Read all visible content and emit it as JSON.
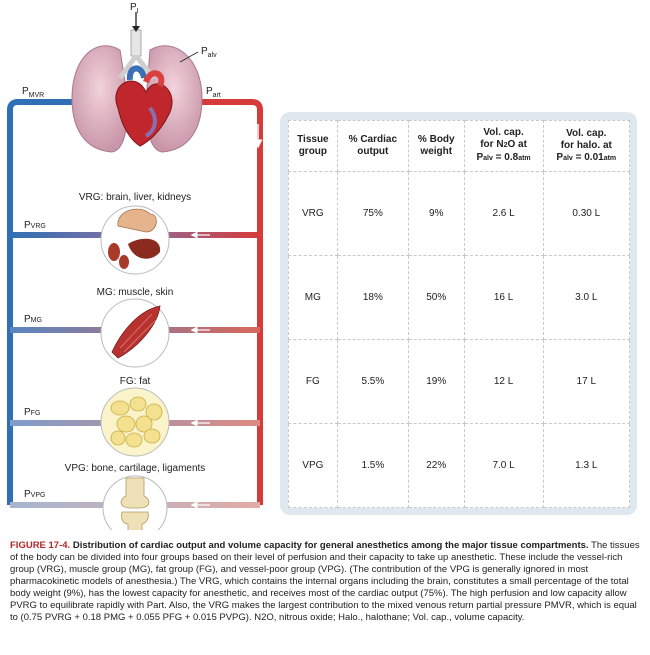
{
  "diagram": {
    "p_inspired": "P",
    "p_inspired_sub": "I",
    "p_alv": "P",
    "p_alv_sub": "alv",
    "p_mvr": "P",
    "p_mvr_sub": "MVR",
    "p_art": "P",
    "p_art_sub": "art",
    "compartments": [
      {
        "label": "VRG: brain, liver, kidneys",
        "pressure": "PVRG",
        "pressure_main": "P",
        "pressure_sub": "VRG"
      },
      {
        "label": "MG: muscle, skin",
        "pressure": "PMG",
        "pressure_main": "P",
        "pressure_sub": "MG"
      },
      {
        "label": "FG: fat",
        "pressure": "PFG",
        "pressure_main": "P",
        "pressure_sub": "FG"
      },
      {
        "label": "VPG: bone, cartilage, ligaments",
        "pressure": "PVPG",
        "pressure_main": "P",
        "pressure_sub": "VPG"
      }
    ],
    "colors": {
      "arterial": "#d63a3a",
      "venous": "#2f6fb5",
      "panel": "#dfe7ef"
    }
  },
  "table": {
    "headers": [
      {
        "line1": "Tissue",
        "line2": "group"
      },
      {
        "line1": "% Cardiac",
        "line2": "output"
      },
      {
        "line1": "% Body",
        "line2": "weight"
      },
      {
        "line1": "Vol. cap.",
        "line2": "for N",
        "sub": "2",
        "line2b": "O at",
        "line3": "P",
        "line3sub": "alv",
        "line3b": " = 0.8",
        "line3c": "atm"
      },
      {
        "line1": "Vol. cap.",
        "line2": "for halo. at",
        "line3": "P",
        "line3sub": "alv",
        "line3b": " = 0.01",
        "line3c": "atm"
      }
    ],
    "rows": [
      [
        "VRG",
        "75%",
        "9%",
        "2.6 L",
        "0.30 L"
      ],
      [
        "MG",
        "18%",
        "50%",
        "16 L",
        "3.0 L"
      ],
      [
        "FG",
        "5.5%",
        "19%",
        "12 L",
        "17 L"
      ],
      [
        "VPG",
        "1.5%",
        "22%",
        "7.0 L",
        "1.3 L"
      ]
    ]
  },
  "caption": {
    "figure_label": "FIGURE 17-4.",
    "title": "Distribution of cardiac output and volume capacity for general anesthetics among the major tissue compartments.",
    "body": "The tissues of the body can be divided into four groups based on their level of perfusion and their capacity to take up anesthetic. These include the vessel-rich group (VRG), muscle group (MG), fat group (FG), and vessel-poor group (VPG). (The contribution of the VPG is generally ignored in most pharmacokinetic models of anesthesia.) The VRG, which contains the internal organs including the brain, constitutes a small percentage of the total body weight (9%), has the lowest capacity for anesthetic, and receives most of the cardiac output (75%). The high perfusion and low capacity allow PVRG to equilibrate rapidly with Part. Also, the VRG makes the largest contribution to the mixed venous return partial pressure PMVR, which is equal to (0.75 PVRG + 0.18 PMG + 0.055 PFG + 0.015 PVPG). N2O, nitrous oxide; Halo., halothane; Vol. cap., volume capacity."
  }
}
